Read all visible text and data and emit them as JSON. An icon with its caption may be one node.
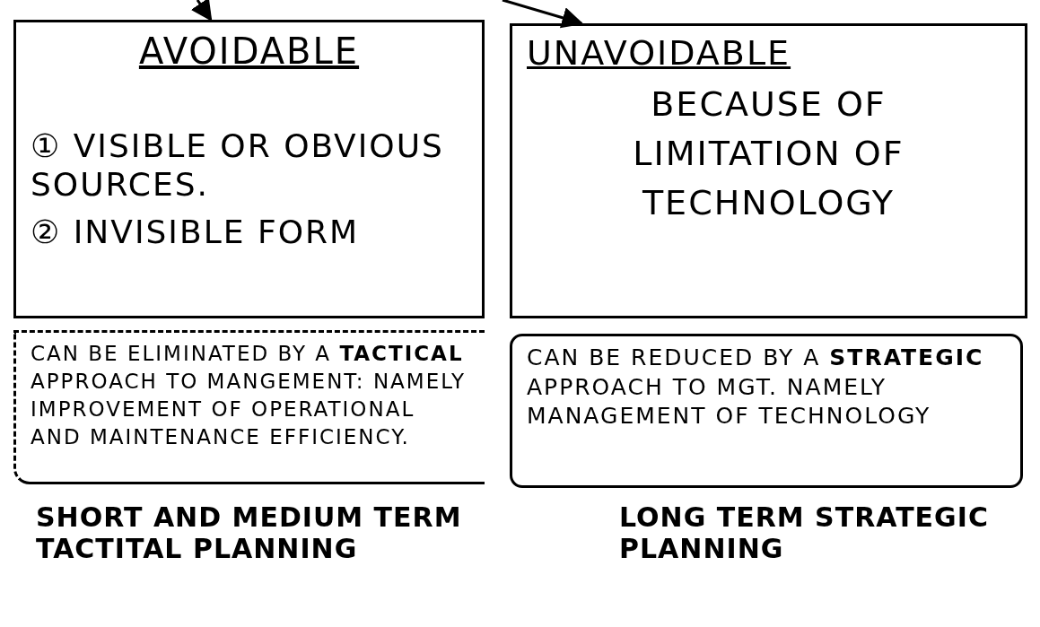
{
  "diagram": {
    "nodes": [
      {
        "text": [
          "AVOIDABLE",
          "① VISIBLE OR OBVIOUS SOURCES.",
          "② INVISIBLE FORM"
        ]
      },
      {
        "text": [
          "UNAVOIDABLE",
          "BECAUSE OF LIMITATION OF TECHNOLOGY"
        ]
      },
      {
        "text": [
          "CAN BE ELIMINATED BY A **TACTICAL** APPROACH TO MANGEMENT: NAMELY IMPROVEMENT OF OPERATIONAL AND MAINTENANCE EFFICIENCY."
        ]
      },
      {
        "text": [
          "CAN BE REDUCED BY A **STRATEGIC** APPROACH TO MGT. NAMELY MANAGEMENT OF TECHNOLOGY"
        ]
      }
    ],
    "edges": [
      {
        "from": null,
        "to": 0,
        "arrow": "to"
      },
      {
        "from": null,
        "to": 1,
        "arrow": "to"
      }
    ],
    "labels": [
      "SHORT AND MEDIUM TERM TACTITAL PLANNING",
      "LONG TERM STRATEGIC PLANNING"
    ]
  }
}
